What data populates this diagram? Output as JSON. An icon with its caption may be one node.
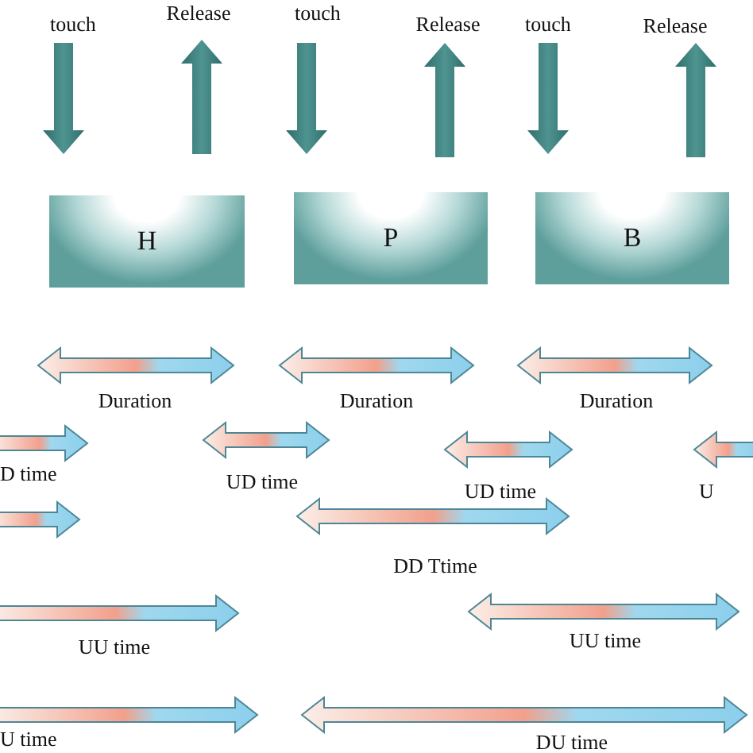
{
  "diagram": {
    "nodes": [
      {
        "text": [
          "H"
        ]
      },
      {
        "text": [
          "P"
        ]
      },
      {
        "text": [
          "B"
        ]
      }
    ],
    "labels": [
      "touch",
      "Release",
      "touch",
      "Release",
      "touch",
      "Release",
      "Duration",
      "Duration",
      "Duration",
      "D time",
      "UD time",
      "UD time",
      "U",
      "DD Ttime",
      "UU time",
      "UU time",
      "U time",
      "DU time"
    ]
  }
}
